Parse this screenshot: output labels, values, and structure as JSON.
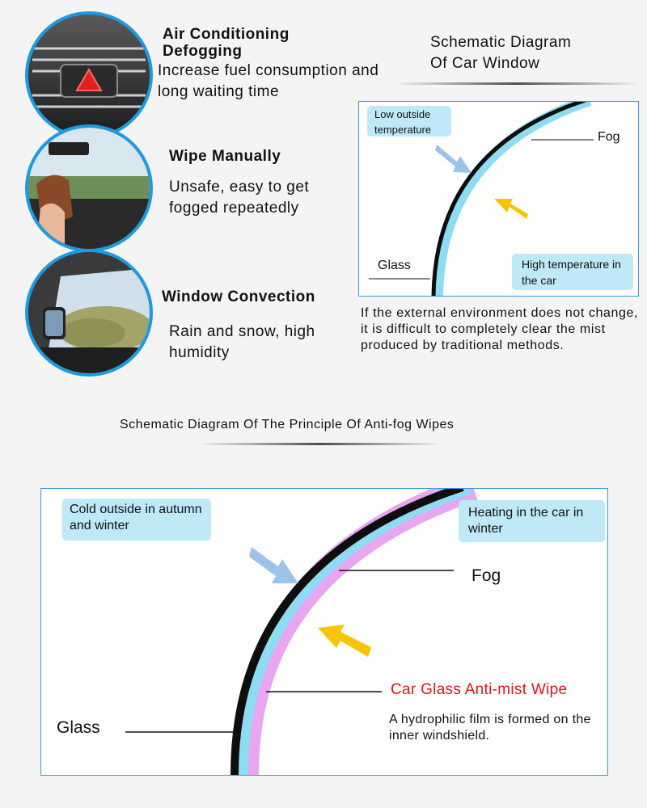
{
  "methods": [
    {
      "title": "Air Conditioning Defogging",
      "desc": "Increase fuel consumption and long waiting time",
      "image": "car-air-vent-photo"
    },
    {
      "title": "Wipe Manually",
      "desc": "Unsafe, easy to get fogged repeatedly",
      "image": "hand-wiping-windshield-photo"
    },
    {
      "title": "Window Convection",
      "desc": "Rain and snow, high humidity",
      "image": "car-side-window-photo"
    }
  ],
  "window_diagram": {
    "title_line1": "Schematic Diagram",
    "title_line2": "Of Car Window",
    "outside_label": "Low outside temperature",
    "fog_label": "Fog",
    "glass_label": "Glass",
    "inside_label": "High temperature in the car",
    "caption": "If the external environment does not change, it is difficult to completely clear the mist produced by traditional methods."
  },
  "principle_diagram": {
    "title": "Schematic Diagram Of The Principle Of Anti-fog Wipes",
    "outside_label": "Cold outside in autumn and winter",
    "inside_label": "Heating in the car in winter",
    "fog_label": "Fog",
    "product_label": "Car Glass Anti-mist Wipe",
    "product_desc": "A hydrophilic film is formed on the inner windshield.",
    "glass_label": "Glass"
  },
  "colors": {
    "accent_blue": "#1e9be0",
    "bubble_bg": "#bfe9f7",
    "product_red": "#e0141c",
    "arrow_blue": "#9cc4e8",
    "arrow_yellow": "#f6c400",
    "film_pink": "#e8a6f0"
  }
}
